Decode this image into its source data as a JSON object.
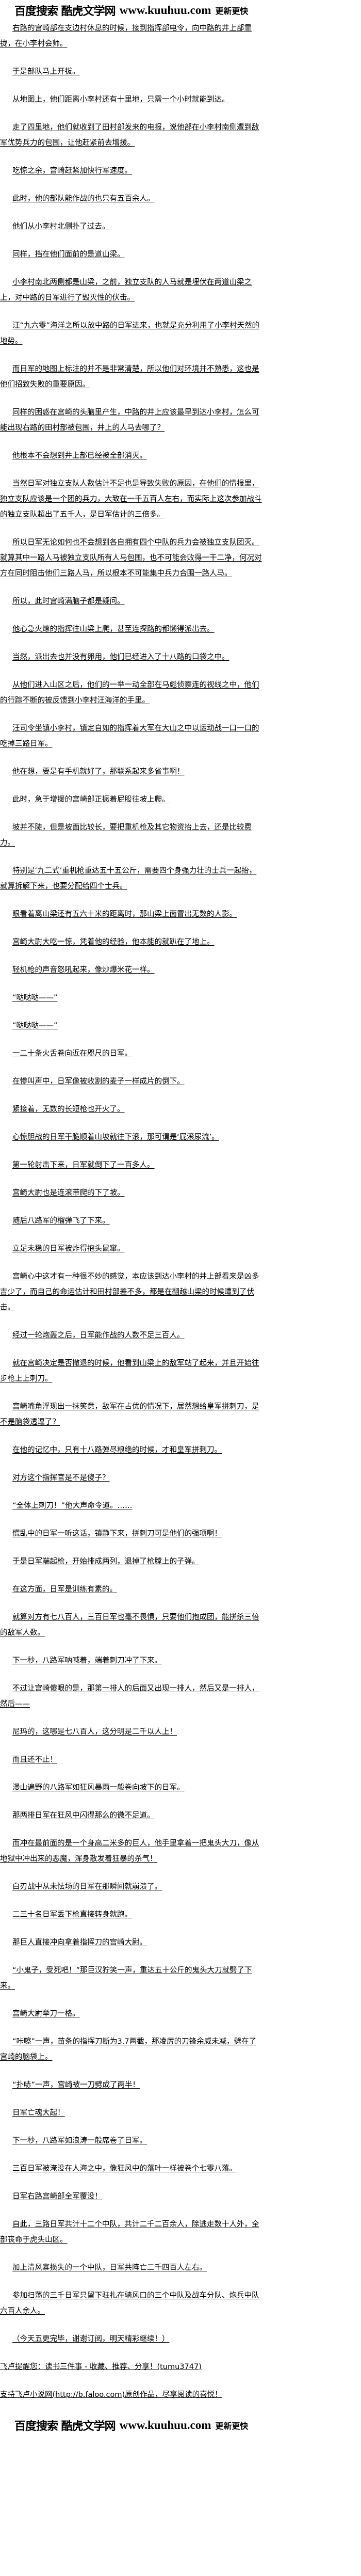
{
  "header_logo": {
    "brand": "百度搜索 酷虎文学网",
    "url": "www.kuuhuu.com",
    "slogan": "更新更快"
  },
  "paragraphs": [
    "右路的宫崎部在支边村休息的时候，接到指挥部电令，向中路的井上部靠拢，在小李村会师。",
    "于是部队马上开拔。",
    "从地图上，他们距离小李村还有十里地，只需一个小时就能到达。",
    "走了四里地，他们就收到了田村部发来的电报，说他部在小李村南侧遭到敌军优势兵力的包围，让他赶紧前去增援。",
    "吃惊之余，宫崎赶紧加快行军速度。",
    "此时，他的部队能作战的也只有五百余人。",
    "他们从小李村北侧扑了过去。",
    "同样，挡在他们面前的是道山梁。",
    "小李村南北两侧都是山梁，之前，独立支队的人马就是埋伏在两道山梁之上，对中路的日军进行了毁灭性的伏击。",
    "汪“九六零”海洋之所以放中路的日军进来，也就是充分利用了小李村天然的地势。",
    "而日军的地图上标注的并不是非常清楚，所以他们对环境并不熟悉，这也是他们招致失败的重要原因。",
    "同样的困惑在宫崎的头脑里产生，中路的井上应该最早到达小李村，怎么可能出现右路的田村部被包围，井上的人马去哪了？",
    "他根本不会想到井上部已经被全部消灭。",
    "当然日军对独立支队人数估计不足也是导致失败的原因，在他们的情报里，独立支队应该是一个团的兵力，大致在一千五百人左右，而实际上这次参加战斗的独立支队超出了五千人，是日军估计的三倍多。",
    "所以日军无论如何也不会想到各自拥有四个中队的兵力会被独立支队团灭。就算其中一路人马被独立支队所有人马包围，也不可能会败得一干二净，何况对方在同时阻击他们三路人马，所以根本不可能集中兵力合围一路人马。",
    "所以，此时宫崎满脑子都是疑问。",
    "他心急火燎的指挥往山梁上爬，甚至连探路的都懒得派出去。",
    "当然，派出去也并没有卵用，他们已经进入了十八路的口袋之中。",
    "从他们进入山区之后，他们的一举一动全部在马彪侦察连的视线之中，他们的行踪不断的被反馈到小李村汪海洋的手里。",
    "汪司令坐镇小李村，镇定自如的指挥着大军在大山之中以运动战一口一口的吃掉三路日军。",
    "他在想，要是有手机就好了，那联系起来多省事啊！",
    "此时，急于增援的宫崎部正撅着屁股往坡上爬。",
    "坡并不陡，但是坡面比较长，要把重机枪及其它物资抬上去，还是比较费力。",
    "特别是‘九二式’重机枪重达五十五公斤，需要四个身强力壮的士兵一起抬，就算拆解下来，也要分配给四个士兵。",
    "眼看着离山梁还有五六十米的距离时，那山梁上面冒出无数的人影。",
    "宫崎大尉大吃一惊，凭着他的经验，他本能的就趴在了地上。",
    "轻机枪的声音怒吼起来，像炒爆米花一样。",
    "“哒哒哒——”",
    "“哒哒哒——”",
    "一二十条火舌卷向近在咫尺的日军。",
    "在惨叫声中，日军像被收割的麦子一样成片的倒下。",
    "紧接着，无数的长短枪也开火了。",
    "心惊胆战的日军干脆顺着山坡就往下滚，那可谓是‘屁滚尿流’。",
    "第一轮射击下来，日军就倒下了一百多人。",
    "宫崎大尉也是连滚带爬的下了坡。",
    "随后八路军的榴弹飞了下来。",
    "立足未稳的日军被炸得抱头鼠窜。",
    "宫崎心中这才有一种很不妙的感觉，本应该到达小李村的井上部看来是凶多吉少了，而自己的命运估计和田村部差不多，都是在翻越山梁的时候遭到了伏击。",
    "经过一轮炮轰之后，日军能作战的人数不足三百人。",
    "就在宫崎决定是否撤退的时候，他看到山梁上的敌军站了起来，并且开始往步枪上上刺刀。",
    "宫崎嘴角浮现出一抹笑意，敌军在占优的情况下，居然想给皇军拼刺刀，是不是脑袋透逗了？",
    "在他的记忆中，只有十八路弹尽粮绝的时候，才和皇军拼刺刀。",
    "对方这个指挥官是不是傻子？",
    "“全体上刺刀！”他大声命令道。……",
    "慌乱中的日军一听这话，镇静下来，拼刺刀可是他们的强项啊！",
    "于是日军端起枪，开始排成两列，退掉了枪膛上的子弹。",
    "在这方面，日军是训练有素的。",
    "就算对方有七八百人，三百日军也毫不畏惧，只要他们抱成团，能拼杀三倍的敌军人数。",
    "下一秒，八路军呐喊着，端着刺刀冲了下来。",
    "不过让宫崎傻眼的是，那第一排人的后面又出现一排人，然后又是一排人，然后——",
    "尼玛的，这哪是七八百人，这分明是二千以人上！",
    "而且还不止！",
    "漫山遍野的八路军如狂风暴雨一般卷向坡下的日军。",
    "那两排日军在狂风中闪得那么的微不足道。",
    "而冲在最前面的是一个身高二米多的巨人，他手里拿着一把鬼头大刀，像从地狱中冲出来的恶魔，浑身散发着狂暴的杀气！",
    "白刃战中从未怯场的日军在那瞬间就崩溃了。",
    "二三十名日军丢下枪直接转身就跑。",
    "那巨人直接冲向拿着指挥刀的宫崎大尉。",
    "“小鬼子，受死吧！”那巨汉狞笑一声，重达五十公斤的鬼头大刀就劈了下来。",
    "宫崎大尉举刀一格。",
    "“咔嚓”一声，苗条的指挥刀断为3.7两截，那凌厉的刀锋余威未减，劈在了宫崎的脑袋上。",
    "“扑哧”一声，宫崎被一刀劈成了两半！",
    "日军亡魂大起！",
    "下一秒，八路军如浪涛一般席卷了日军。",
    "三百日军被淹没在人海之中，像狂风中的落叶一样被卷个七零八落。",
    "日军右路宫崎部全军覆没！",
    "自此，三路日军共计十二个中队，共计二千二百余人，除逃走数十人外，全部丧命于虎头山区。",
    "加上清风寨损失的一个中队，日军共阵亡二千四百人左右。",
    "参加扫荡的三千日军只留下驻扎在骑风口的三个中队及战车分队、炮兵中队六百人余人。",
    "（今天五更完毕，谢谢订阅，明天精彩继续！）"
  ],
  "footer": {
    "reminder": "飞卢提醒您：读书三件事 - 收藏、推荐、分享！(tumu3747)",
    "support": "支持飞卢小说网(http://b.faloo.com)原创作品，尽享阅读的喜悦！"
  },
  "footer_logo": {
    "brand": "百度搜索 酷虎文学网",
    "url": "www.kuuhuu.com",
    "slogan": "更新更快"
  }
}
